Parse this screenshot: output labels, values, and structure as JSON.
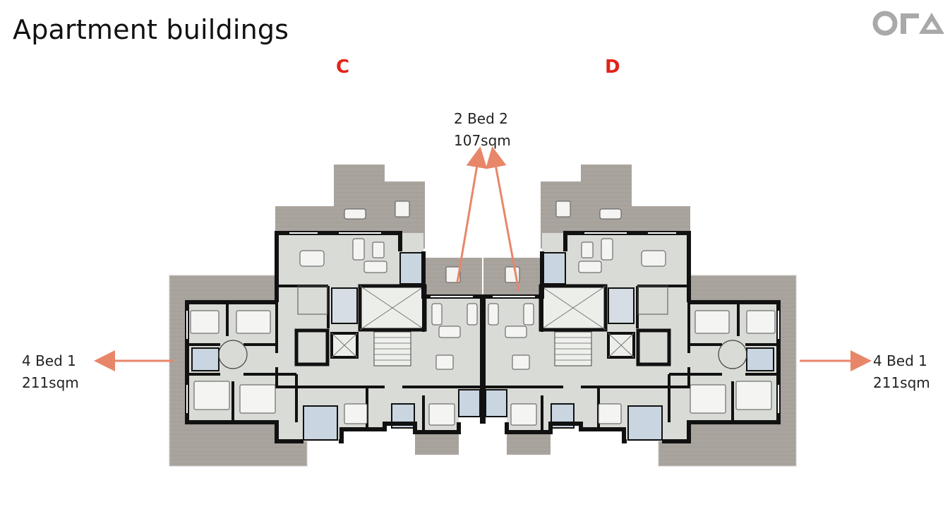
{
  "page_title": "Apartment buildings",
  "logo_text": "ОГА",
  "buildings": [
    {
      "label": "C"
    },
    {
      "label": "D"
    }
  ],
  "annotations": {
    "left": {
      "line1": "4 Bed 1",
      "line2": "211sqm"
    },
    "top": {
      "line1": "2 Bed 2",
      "line2": "107sqm"
    },
    "right": {
      "line1": "4 Bed 1",
      "line2": "211sqm"
    }
  },
  "colors": {
    "building_label": "#e2231a",
    "arrow": "#e8866a",
    "wall": "#111111",
    "floor": "#d9dbd6",
    "terrace": "#a49e98",
    "bathroom": "#c9d5e1",
    "logo": "#a9a9a9"
  },
  "icons": [
    "arrow-left-icon",
    "arrow-right-icon",
    "arrow-up-icon",
    "logo-icon"
  ]
}
